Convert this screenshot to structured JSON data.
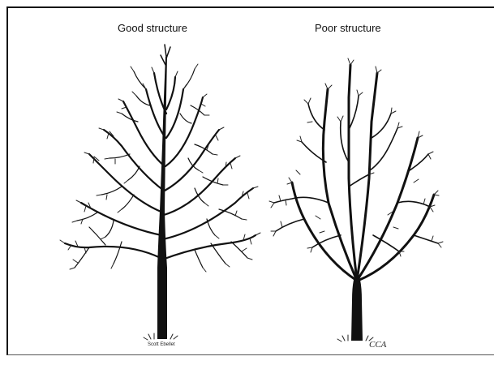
{
  "figure": {
    "left_title": "Good structure",
    "right_title": "Poor structure",
    "left_signature": "Scott Ebellet",
    "right_signature": "CCA"
  }
}
